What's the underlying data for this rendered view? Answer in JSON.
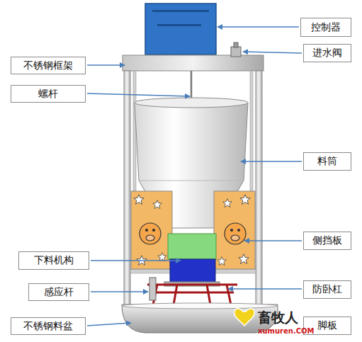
{
  "diagram": {
    "nodes": [
      {
        "text": [
          "控制器"
        ]
      },
      {
        "text": [
          "不锈钢框架"
        ]
      },
      {
        "text": [
          "进水阀"
        ]
      },
      {
        "text": [
          "螺杆"
        ]
      },
      {
        "text": [
          "料筒"
        ]
      },
      {
        "text": [
          "侧挡板"
        ]
      },
      {
        "text": [
          "下料机构"
        ]
      },
      {
        "text": [
          "感应杆"
        ]
      },
      {
        "text": [
          "防卧杠"
        ]
      },
      {
        "text": [
          "不锈钢料盆"
        ]
      },
      {
        "text": [
          "脚板"
        ]
      }
    ],
    "labels": [
      "畜牧人",
      "xumuren.COM"
    ]
  }
}
